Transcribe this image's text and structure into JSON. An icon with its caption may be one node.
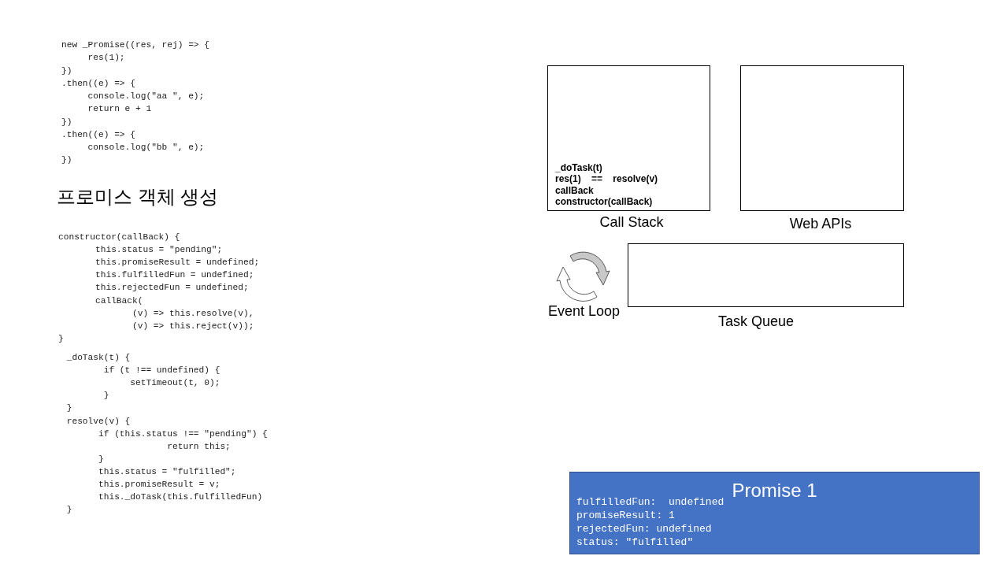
{
  "diagram": {
    "nodes": [
      {
        "text": [
          "_doTask(t)",
          "res(1)    ==    resolve(v)",
          "callBack",
          "constructor(callBack)"
        ],
        "beside": [
          "Call Stack"
        ]
      },
      {
        "text": [],
        "shape": "box",
        "beside": [
          "Web APIs"
        ]
      },
      {
        "text": [],
        "shape": "box",
        "beside": [
          "Task Queue"
        ]
      },
      {
        "text": [
          "Promise 1",
          "fulfilledFun:  undefined",
          "promiseResult: 1",
          "rejectedFun: undefined",
          "status: \"fulfilled\""
        ]
      }
    ],
    "edges": [],
    "labels": [
      "new _Promise((res, rej) => {",
      "     res(1);",
      "})",
      ".then((e) => {",
      "     console.log(\"aa \", e);",
      "     return e + 1",
      "})",
      ".then((e) => {",
      "     console.log(\"bb \", e);",
      "})",
      "프로미스 객체 생성",
      "constructor(callBack) {",
      "       this.status = \"pending\";",
      "       this.promiseResult = undefined;",
      "       this.fulfilledFun = undefined;",
      "       this.rejectedFun = undefined;",
      "       callBack(",
      "              (v) => this.resolve(v),",
      "              (v) => this.reject(v));",
      "}",
      " _doTask(t) {",
      "        if (t !== undefined) {",
      "             setTimeout(t, 0);",
      "        }",
      " }",
      " resolve(v) {",
      "       if (this.status !== \"pending\") {",
      "                    return this;",
      "       }",
      "       this.status = \"fulfilled\";",
      "       this.promiseResult = v;",
      "       this._doTask(this.fulfilledFun)",
      " }",
      "Event Loop"
    ]
  }
}
